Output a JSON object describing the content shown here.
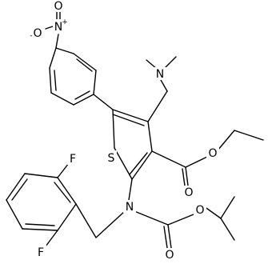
{
  "atoms": {
    "nitro_n": "N",
    "nitro_n_charge": "+",
    "nitro_o_top": "O",
    "nitro_o_left": "O",
    "nitro_o_left_charge": "-",
    "amine_n": "N",
    "ester_o_carbonyl": "O",
    "ester_o_ether": "O",
    "thiophene_s": "S",
    "fluorine_top": "F",
    "fluorine_bottom": "F",
    "carbamate_n": "N",
    "carbamate_o_ether": "O",
    "carbamate_o_carbonyl": "O"
  }
}
